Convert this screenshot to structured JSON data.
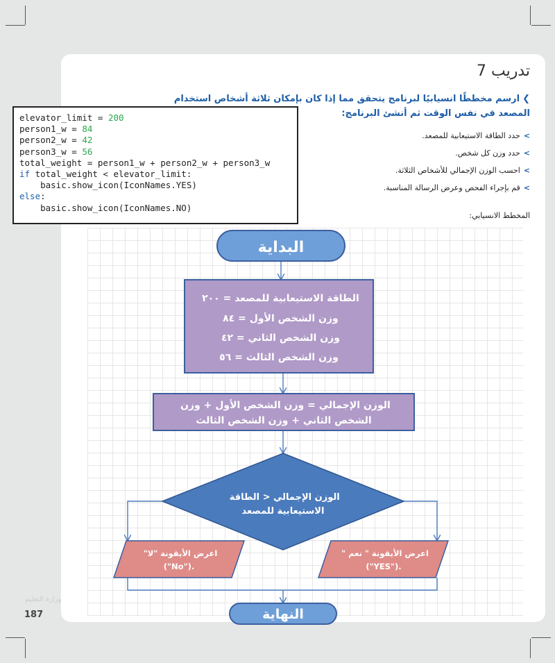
{
  "page": {
    "title": "تدريب 7",
    "task": "ارسم مخططًا انسيابيًا لبرنامج يتحقق مما إذا كان بإمكان ثلاثة أشخاص استخدام المصعد في نفس الوقت ثم أنشئ البرنامج:",
    "steps": [
      "حدد الطاقة الاستيعابية للمصعد.",
      "حدد وزن كل شخص.",
      "احسب الوزن الإجمالي للأشخاص الثلاثة.",
      "قم بإجراء الفحص وعرض الرسالة المناسبة."
    ],
    "flowchart_label": "المخطط الانسيابي:",
    "page_number": "187",
    "watermark": "وزارة التعليم"
  },
  "code": {
    "lines": [
      "elevator_limit = 200",
      "person1_w = 84",
      "person2_w = 42",
      "person3_w = 56",
      "total_weight = person1_w + person2_w + person3_w",
      "if total_weight < elevator_limit:",
      "    basic.show_icon(IconNames.YES)",
      "else:",
      "    basic.show_icon(IconNames.NO)"
    ]
  },
  "flow": {
    "start": "البداية",
    "init": [
      "الطاقة الاستيعابية للمصعد = ٢٠٠",
      "وزن الشخص الأول = ٨٤",
      "وزن الشخص الثاني = ٤٢",
      "وزن الشخص الثالث = ٥٦"
    ],
    "calc": [
      "الوزن الإجمالي = وزن الشخص الأول + وزن",
      "الشخص الثاني + وزن الشخص الثالث"
    ],
    "decision": [
      "الوزن الإجمالي < الطاقة",
      "الاستيعابية  للمصعد"
    ],
    "out_yes": [
      "اعرض الأيقونة \" نعم \"",
      ".(\"YES\")"
    ],
    "out_no": [
      "اعرض الأيقونة \"لا\"",
      ".(\"No\")"
    ],
    "end": "النهاية"
  },
  "colors": {
    "terminal": "#6f9fd8",
    "process": "#b09ac8",
    "decision": "#4a7bbd",
    "output": "#df8b88",
    "accent": "#1f5fa8"
  }
}
